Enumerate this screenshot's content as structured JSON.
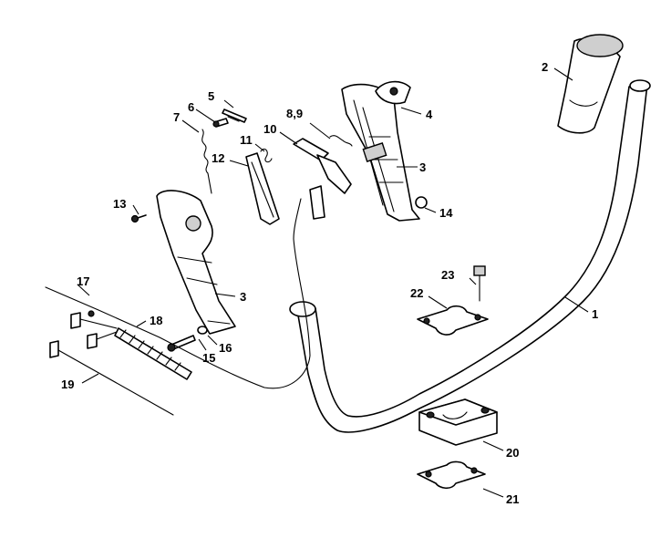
{
  "callouts": {
    "c1": "1",
    "c2": "2",
    "c3a": "3",
    "c3b": "3",
    "c4": "4",
    "c5": "5",
    "c6": "6",
    "c7": "7",
    "c89": "8,9",
    "c10": "10",
    "c11": "11",
    "c12": "12",
    "c13": "13",
    "c14": "14",
    "c15": "15",
    "c16": "16",
    "c17": "17",
    "c18": "18",
    "c19": "19",
    "c20": "20",
    "c21": "21",
    "c22": "22",
    "c23": "23"
  }
}
